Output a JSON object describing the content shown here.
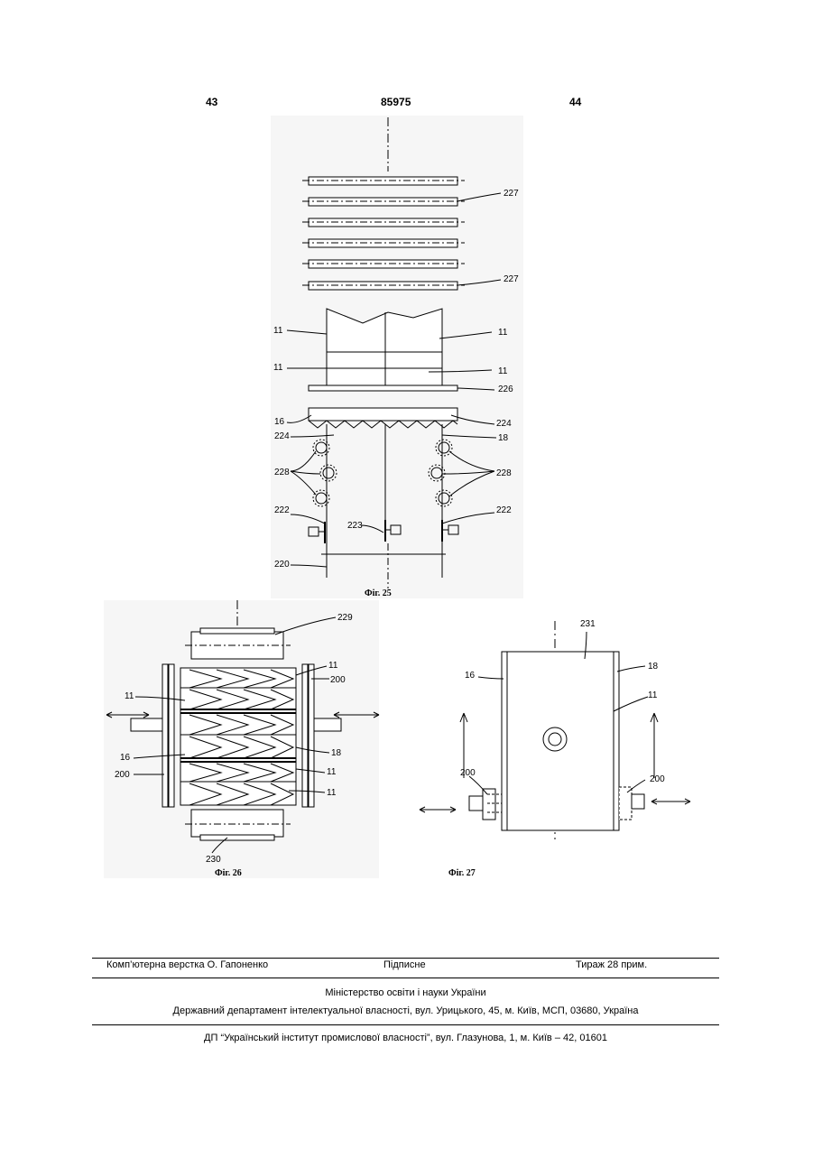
{
  "header": {
    "left_page": "43",
    "doc_number": "85975",
    "right_page": "44"
  },
  "fig25": {
    "caption": "Фіг. 25",
    "labels": {
      "l227a": "227",
      "l227b": "227",
      "l11a": "11",
      "l11b": "11",
      "l11c": "11",
      "l11d": "11",
      "l226": "226",
      "l16": "16",
      "l224a": "224",
      "l224b": "224",
      "l18": "18",
      "l228a": "228",
      "l228b": "228",
      "l222a": "222",
      "l222b": "222",
      "l223": "223",
      "l220": "220"
    }
  },
  "fig26": {
    "caption": "Фіг. 26",
    "labels": {
      "l229": "229",
      "l11a": "11",
      "l200a": "200",
      "l11b": "11",
      "l16": "16",
      "l18": "18",
      "l200b": "200",
      "l11c": "11",
      "l11d": "11",
      "l230": "230"
    }
  },
  "fig27": {
    "caption": "Фіг. 27",
    "labels": {
      "l231": "231",
      "l16": "16",
      "l18": "18",
      "l11": "11",
      "l200a": "200",
      "l200b": "200"
    }
  },
  "footer": {
    "layout": "Комп’ютерна верстка О. Гапоненко",
    "signed": "Підписне",
    "print_run": "Тираж 28 прим.",
    "ministry": "Міністерство освіти і науки України",
    "department": "Державний департамент інтелектуальної власності, вул. Урицького, 45, м. Київ, МСП, 03680, Україна",
    "institute": "ДП “Український інститут промислової власності”, вул. Глазунова, 1, м. Київ – 42, 01601"
  }
}
